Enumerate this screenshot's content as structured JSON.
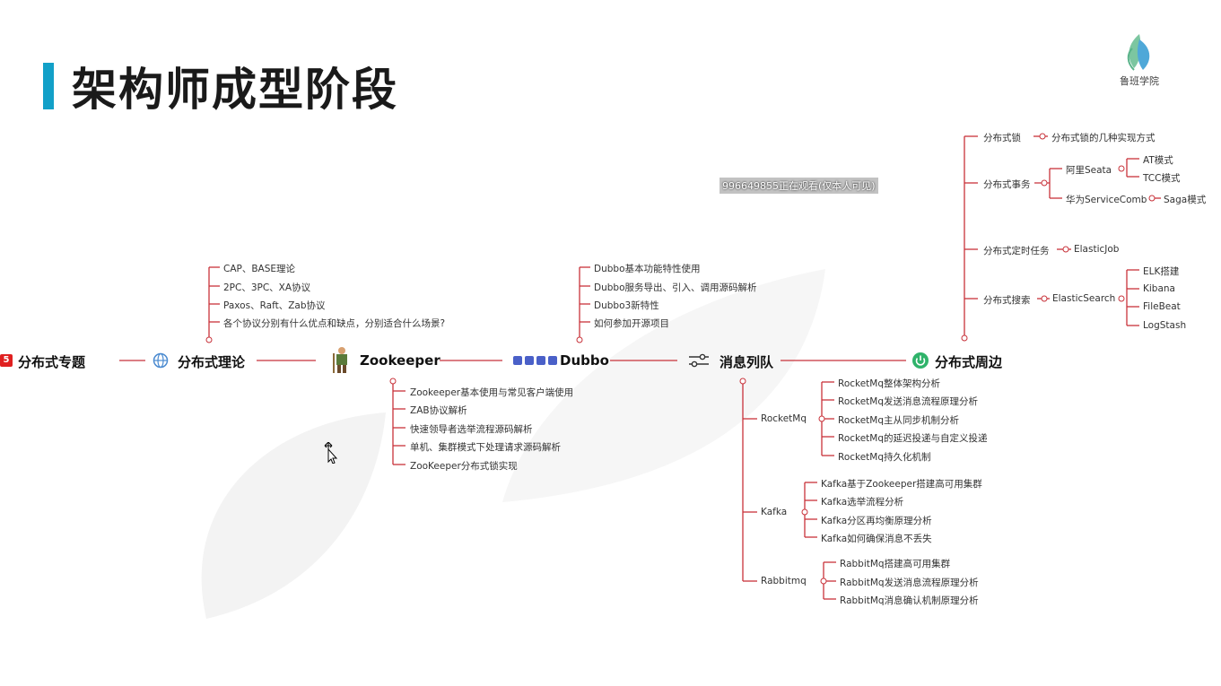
{
  "header": {
    "title": "架构师成型阶段"
  },
  "logo": {
    "text": "鲁班学院"
  },
  "overlay": {
    "viewer_notice": "996649855正在观看(仅本人可见)"
  },
  "root": {
    "badge": "5",
    "label": "分布式专题"
  },
  "nodes": {
    "theory": {
      "label": "分布式理论",
      "icon": "globe-icon",
      "items": [
        "CAP、BASE理论",
        "2PC、3PC、XA协议",
        "Paxos、Raft、Zab协议",
        "各个协议分别有什么优点和缺点，分别适合什么场景?"
      ]
    },
    "zookeeper": {
      "label": "Zookeeper",
      "icon": "zookeeper-keeper-icon",
      "items": [
        "Zookeeper基本使用与常见客户端使用",
        "ZAB协议解析",
        "快速领导者选举流程源码解析",
        "单机、集群模式下处理请求源码解析",
        "ZooKeeper分布式锁实现"
      ]
    },
    "dubbo": {
      "label": "Dubbo",
      "icon": "dubbo-logo-icon",
      "items": [
        "Dubbo基本功能特性使用",
        "Dubbo服务导出、引入、调用源码解析",
        "Dubbo3新特性",
        "如何参加开源项目"
      ]
    },
    "mq": {
      "label": "消息列队",
      "icon": "sliders-icon",
      "rocketmq": {
        "label": "RocketMq",
        "items": [
          "RocketMq整体架构分析",
          "RocketMq发送消息流程原理分析",
          "RocketMq主从同步机制分析",
          "RocketMq的延迟投递与自定义投递",
          "RocketMq持久化机制"
        ]
      },
      "kafka": {
        "label": "Kafka",
        "items": [
          "Kafka基于Zookeeper搭建高可用集群",
          "Kafka选举流程分析",
          "Kafka分区再均衡原理分析",
          "Kafka如何确保消息不丢失"
        ]
      },
      "rabbitmq": {
        "label": "Rabbitmq",
        "items": [
          "RabbitMq搭建高可用集群",
          "RabbitMq发送消息流程原理分析",
          "RabbitMq消息确认机制原理分析"
        ]
      }
    },
    "periphery": {
      "label": "分布式周边",
      "icon": "power-icon",
      "lock": {
        "label": "分布式锁",
        "child": "分布式锁的几种实现方式"
      },
      "transaction": {
        "label": "分布式事务",
        "seata": {
          "label": "阿里Seata",
          "items": [
            "AT模式",
            "TCC模式"
          ]
        },
        "servicecomb": {
          "label": "华为ServiceComb",
          "items": [
            "Saga模式"
          ]
        }
      },
      "job": {
        "label": "分布式定时任务",
        "child": "ElasticJob"
      },
      "search": {
        "label": "分布式搜索",
        "child": "ElasticSearch",
        "items": [
          "ELK搭建",
          "Kibana",
          "FileBeat",
          "LogStash"
        ]
      }
    }
  },
  "colors": {
    "accent_bar": "#12a0c8",
    "line": "#c8323a",
    "badge": "#e02020",
    "logo_green": "#6fbf8f"
  }
}
